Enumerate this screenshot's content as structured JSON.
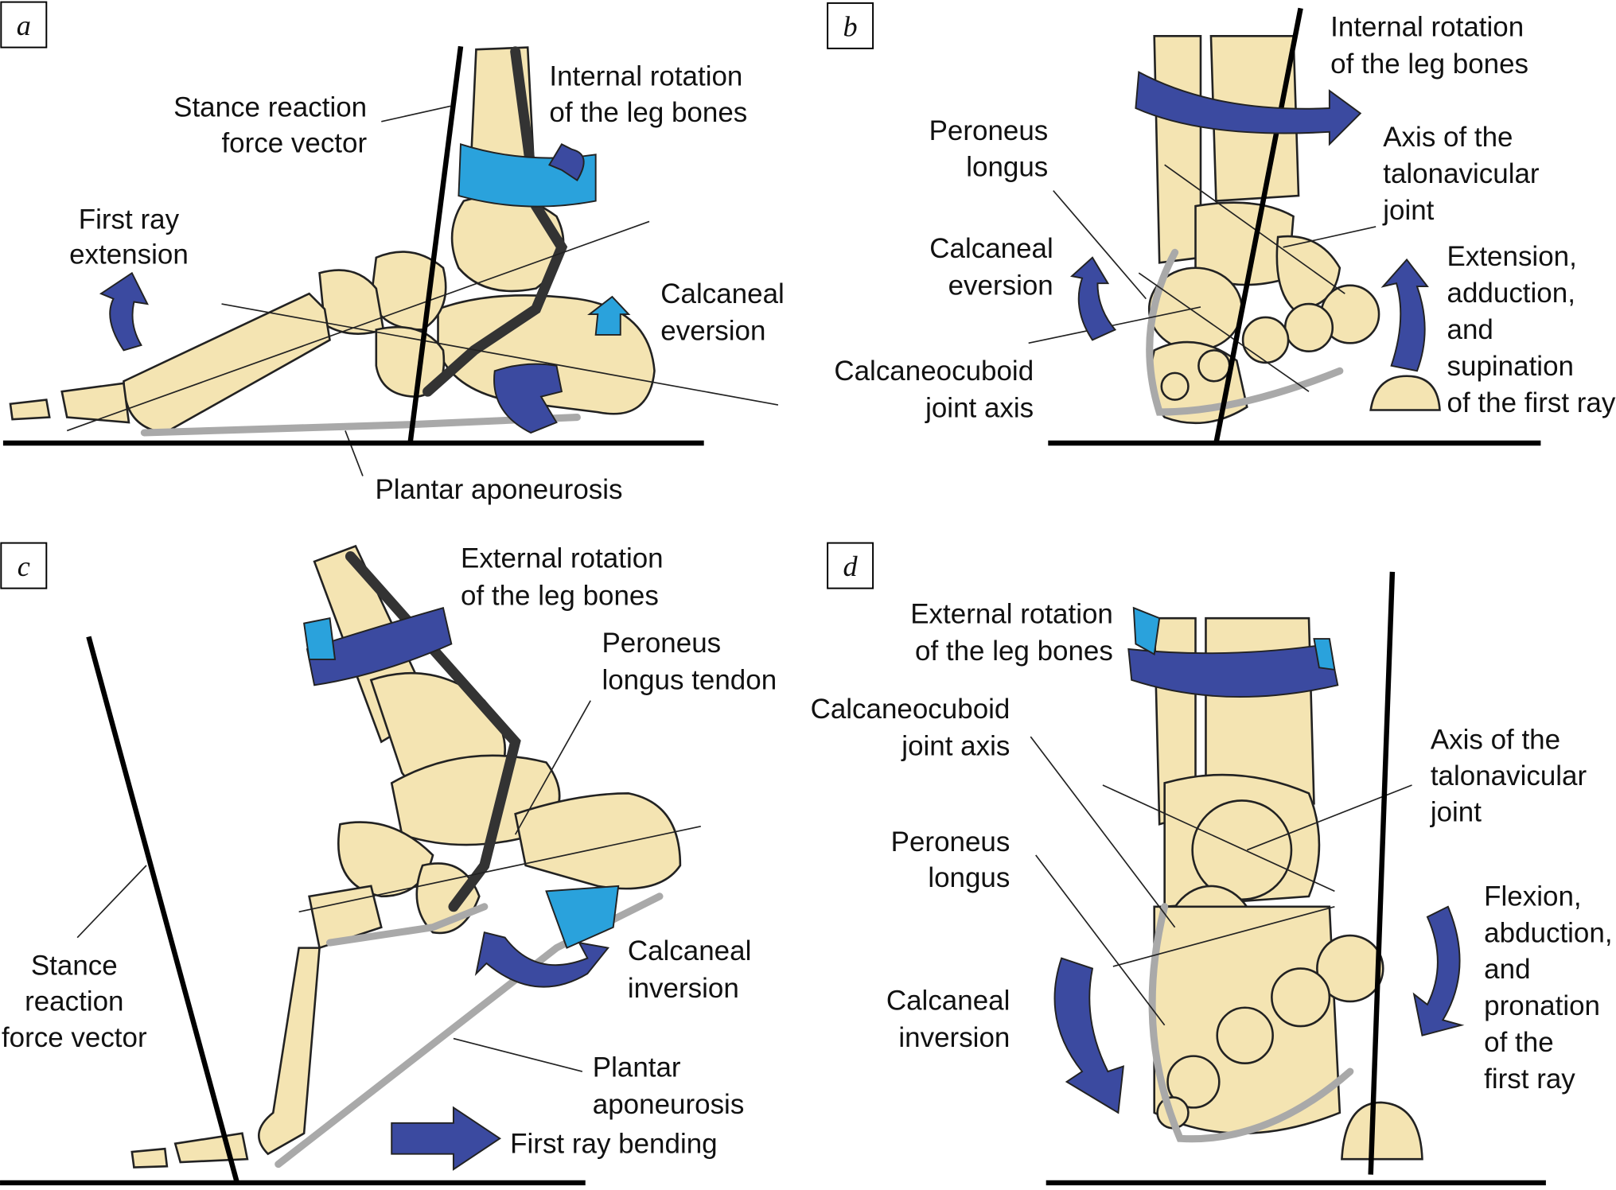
{
  "colors": {
    "bone": "#f4e4b2",
    "dark_arrow": "#3b4aa0",
    "light_arrow": "#2aa2dc",
    "ligament": "#a9a9a9"
  },
  "panels": {
    "a": {
      "letter": "a",
      "stance_vector": [
        "Stance reaction",
        "force vector"
      ],
      "rotation": [
        "Internal rotation",
        "of the leg bones"
      ],
      "first_ray": [
        "First ray",
        "extension"
      ],
      "calcaneal": [
        "Calcaneal",
        "eversion"
      ],
      "plantar": [
        "Plantar aponeurosis"
      ]
    },
    "b": {
      "letter": "b",
      "rotation": [
        "Internal rotation",
        "of the leg bones"
      ],
      "peroneus": [
        "Peroneus",
        "longus"
      ],
      "talonavicular": [
        "Axis of the",
        "talonavicular",
        "joint"
      ],
      "calcaneal": [
        "Calcaneal",
        "eversion"
      ],
      "first_ray": [
        "Extension,",
        "adduction,",
        "and",
        "supination",
        "of the first ray"
      ],
      "calcaneocuboid": [
        "Calcaneocuboid",
        "joint axis"
      ]
    },
    "c": {
      "letter": "c",
      "rotation": [
        "External rotation",
        "of the leg bones"
      ],
      "peroneus": [
        "Peroneus",
        "longus tendon"
      ],
      "stance_vector": [
        "Stance",
        "reaction",
        "force vector"
      ],
      "calcaneal": [
        "Calcaneal",
        "inversion"
      ],
      "plantar": [
        "Plantar",
        "aponeurosis"
      ],
      "first_ray": [
        "First ray bending"
      ]
    },
    "d": {
      "letter": "d",
      "rotation": [
        "External rotation",
        "of the leg bones"
      ],
      "calcaneocuboid": [
        "Calcaneocuboid",
        "joint axis"
      ],
      "talonavicular": [
        "Axis of the",
        "talonavicular",
        "joint"
      ],
      "peroneus": [
        "Peroneus",
        "longus"
      ],
      "first_ray": [
        "Flexion,",
        "abduction,",
        "and",
        "pronation",
        "of the",
        "first ray"
      ],
      "calcaneal": [
        "Calcaneal",
        "inversion"
      ]
    }
  }
}
